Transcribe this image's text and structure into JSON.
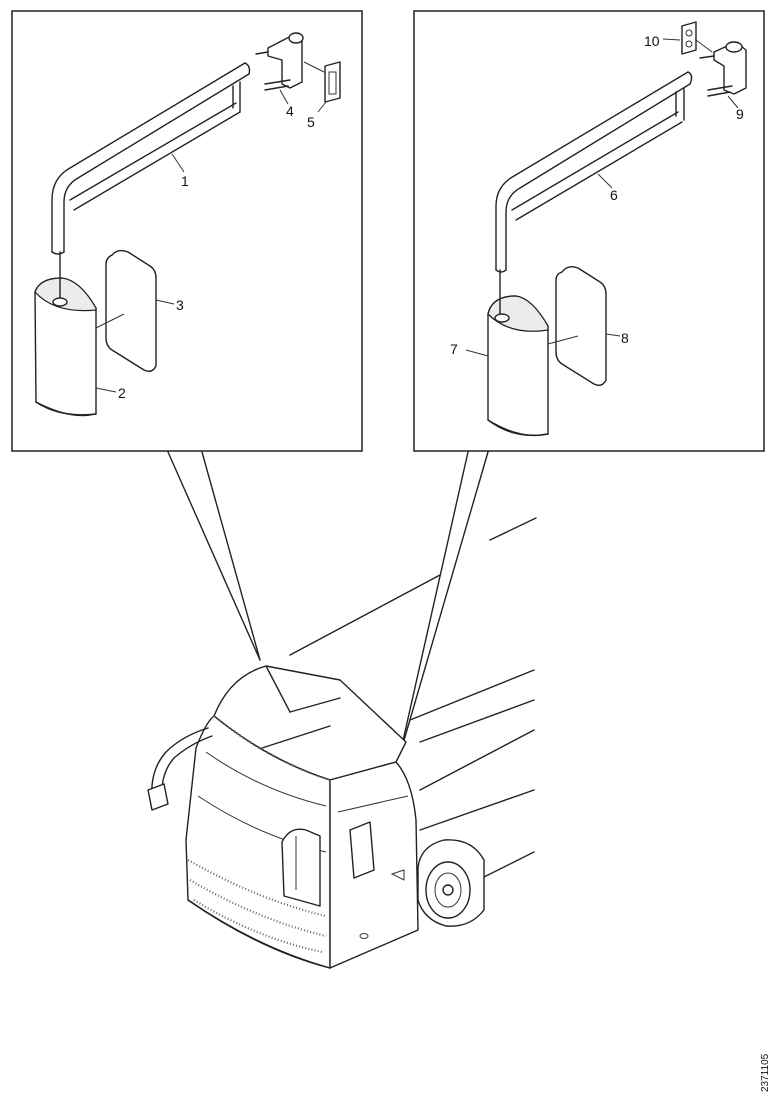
{
  "labels": {
    "l1": "1",
    "l2": "2",
    "l3": "3",
    "l4": "4",
    "l5": "5",
    "l6": "6",
    "l7": "7",
    "l8": "8",
    "l9": "9",
    "l10": "10"
  },
  "drawing_code": "2371105"
}
